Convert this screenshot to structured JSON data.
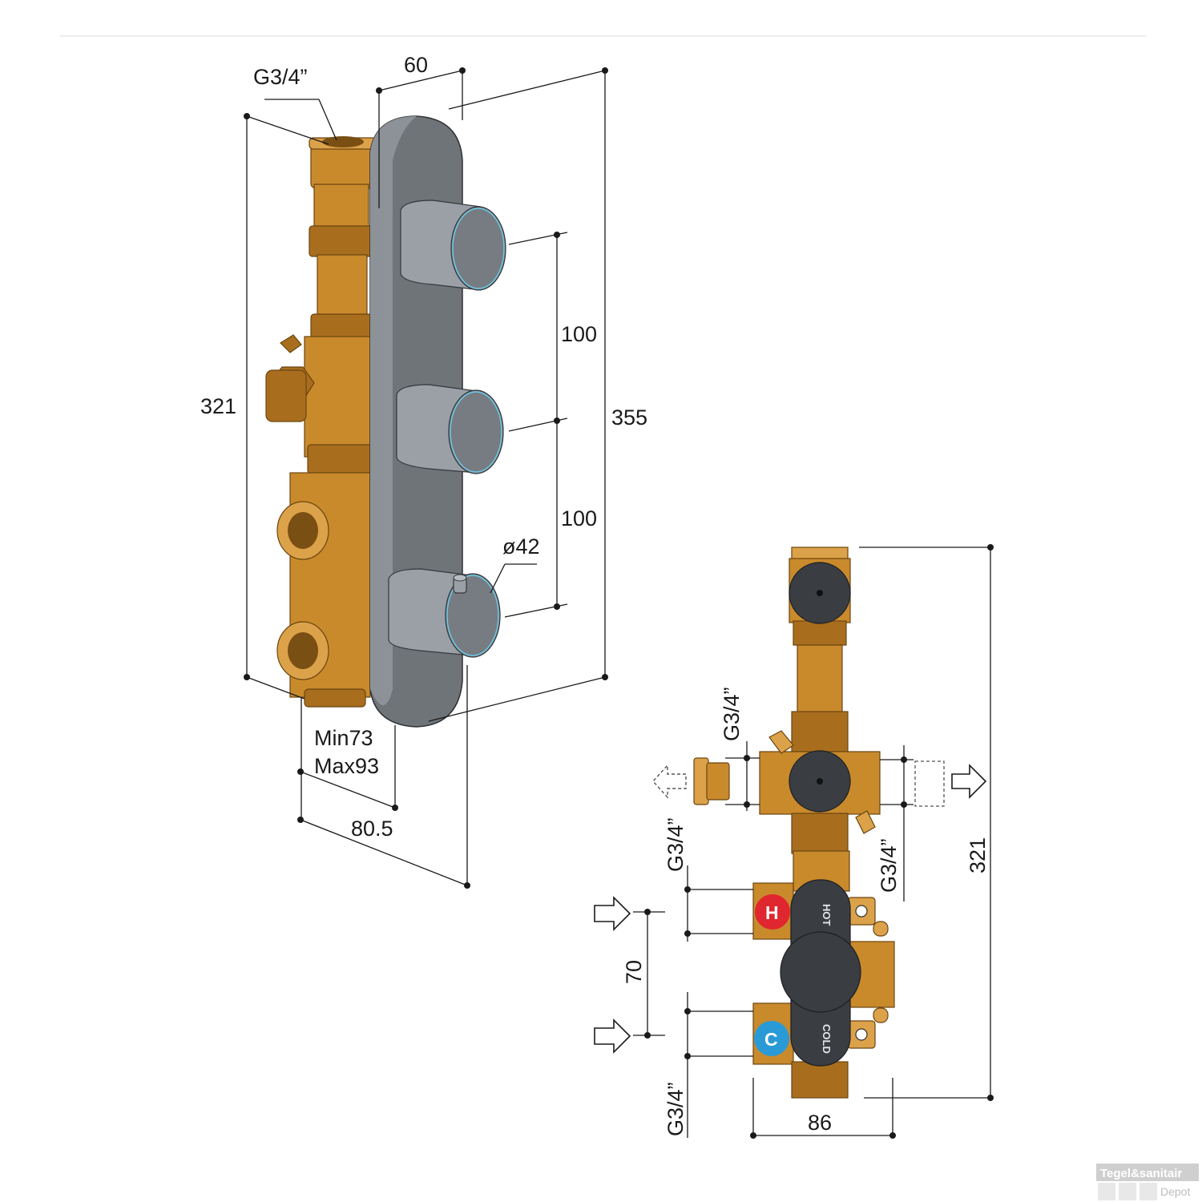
{
  "left_view": {
    "dims": {
      "top_thread": "G3/4”",
      "depth": "60",
      "height_body": "321",
      "height_plate": "355",
      "spacing_upper": "100",
      "spacing_lower": "100",
      "knob_diameter": "ø42",
      "min_depth": "Min73",
      "max_depth": "Max93",
      "width": "80.5"
    }
  },
  "right_view": {
    "dims": {
      "side_thread_left": "G3/4”",
      "side_thread_left_lower": "G3/4”",
      "side_thread_right": "G3/4”",
      "bottom_thread": "G3/4”",
      "height": "321",
      "inlet_spacing": "70",
      "width": "86"
    },
    "badges": {
      "hot_letter": "H",
      "cold_letter": "C",
      "hot_text": "HOT",
      "cold_text": "COLD",
      "hot_color": "#e0262e",
      "cold_color": "#2a9ad6"
    }
  },
  "watermark": {
    "line1": "Tegel&sanitair",
    "line2": "Depot"
  }
}
